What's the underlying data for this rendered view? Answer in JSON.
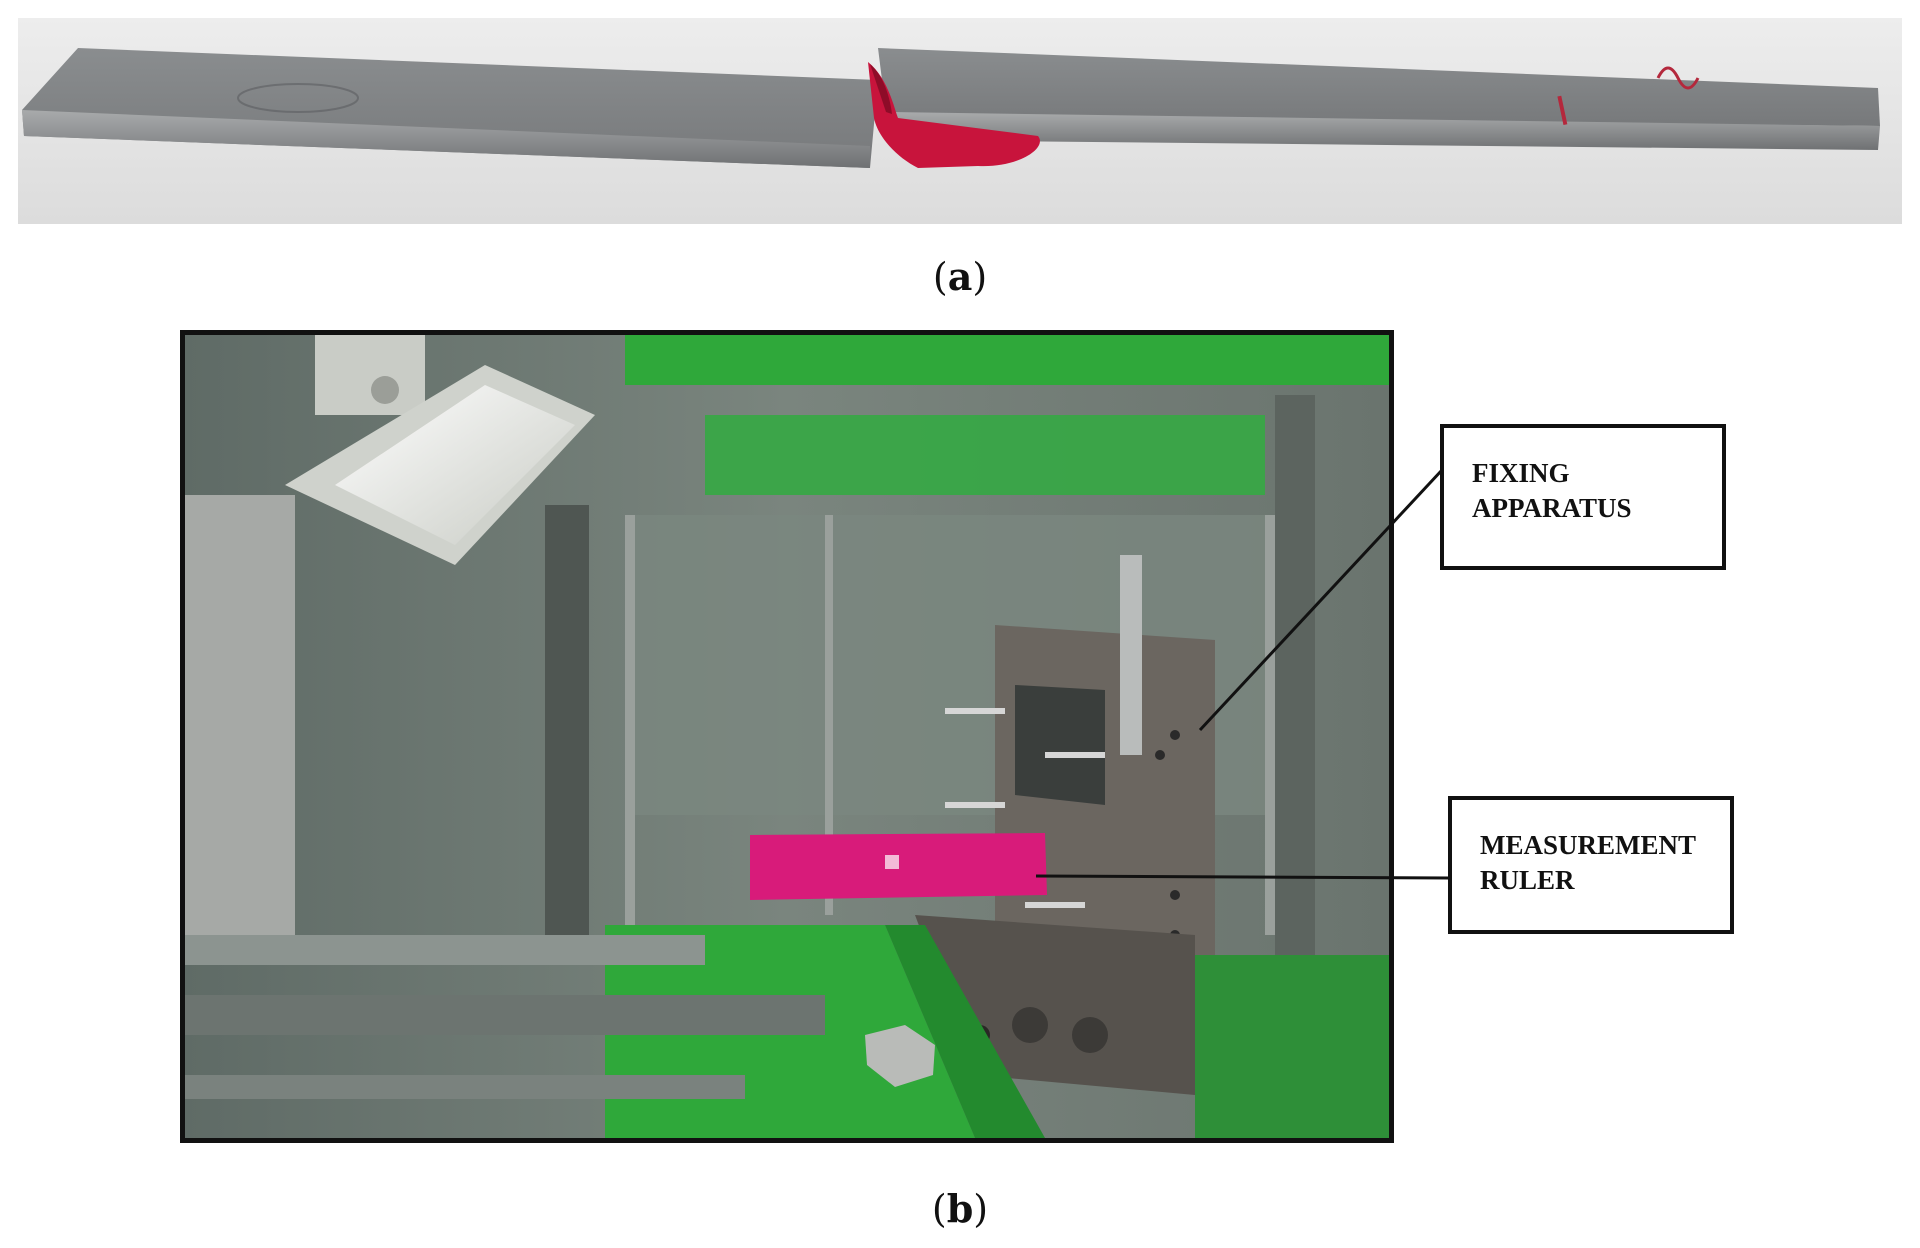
{
  "panels": {
    "a": {
      "caption_open": "(",
      "caption_letter": "a",
      "caption_close": ")",
      "specimen_marking": "I"
    },
    "b": {
      "caption_open": "(",
      "caption_letter": "b",
      "caption_close": ")"
    }
  },
  "annotations": {
    "fixing_line1": "FIXING",
    "fixing_line2": "APPARATUS",
    "ruler_line1": "MEASUREMENT",
    "ruler_line2": "RULER"
  },
  "colors": {
    "adhesive": "#c8143c",
    "ruler": "#d81b7a",
    "machine_green": "#2fa83a",
    "steel": "#8f9294"
  }
}
